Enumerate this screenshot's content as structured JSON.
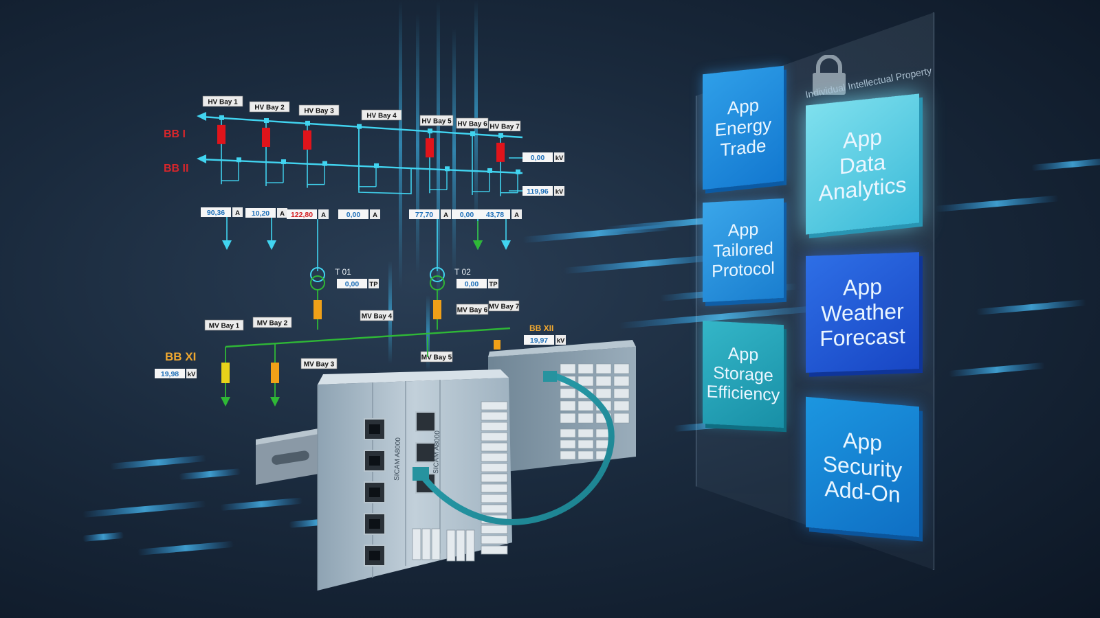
{
  "hv_bays": [
    "HV Bay 1",
    "HV Bay 2",
    "HV Bay 3",
    "HV Bay 4",
    "HV Bay 5",
    "HV Bay 6",
    "HV Bay 7"
  ],
  "busbars": {
    "bb1": "BB I",
    "bb2": "BB II",
    "bb11": "BB XI",
    "bb12": "BB XII"
  },
  "hv_voltages": {
    "bb1": {
      "value": "0,00",
      "unit": "kV"
    },
    "bb2": {
      "value": "119,96",
      "unit": "kV"
    }
  },
  "currents": [
    {
      "value": "90,36",
      "unit": "A"
    },
    {
      "value": "10,20",
      "unit": "A"
    },
    {
      "value": "122,80",
      "unit": "A"
    },
    {
      "value": "0,00",
      "unit": "A"
    },
    {
      "value": "77,70",
      "unit": "A"
    },
    {
      "value": "0,00",
      "unit": "A"
    },
    {
      "value": "43,78",
      "unit": "A"
    }
  ],
  "transformers": [
    {
      "name": "T 01",
      "value": "0,00",
      "unit": "TP"
    },
    {
      "name": "T 02",
      "value": "0,00",
      "unit": "TP"
    }
  ],
  "mv_bays": [
    "MV Bay 1",
    "MV Bay 2",
    "MV Bay 3",
    "MV Bay 4",
    "MV Bay 5",
    "MV Bay 6",
    "MV Bay 7"
  ],
  "mv_voltages": {
    "bb11": {
      "value": "19,98",
      "unit": "kV"
    },
    "bb12": {
      "value": "19,97",
      "unit": "kV"
    }
  },
  "device_label": "SICAM A8000",
  "panel": {
    "title": "Individual Intellectual Property"
  },
  "apps": [
    {
      "label": "App\nEnergy\nTrade"
    },
    {
      "label": "App\nData\nAnalytics"
    },
    {
      "label": "App\nTailored\nProtocol"
    },
    {
      "label": "App\nWeather\nForecast"
    },
    {
      "label": "App\nStorage\nEfficiency"
    },
    {
      "label": "App\nSecurity\nAdd-On"
    }
  ],
  "colors": {
    "line_cyan": "#41d4f0",
    "line_green": "#2fb836",
    "breaker_red": "#e0141b",
    "breaker_orange": "#f0a018",
    "label_red": "#d9262b",
    "label_orange": "#f0a830"
  }
}
